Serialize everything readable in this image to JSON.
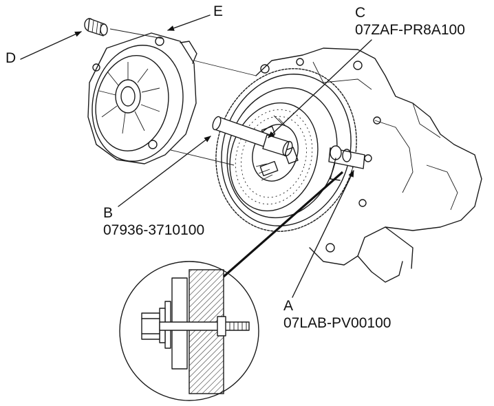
{
  "callouts": {
    "a": {
      "letter": "A",
      "part": "07LAB-PV00100"
    },
    "b": {
      "letter": "B",
      "part": "07936-3710100"
    },
    "c": {
      "letter": "C",
      "part": "07ZAF-PR8A100"
    },
    "d": {
      "letter": "D"
    },
    "e": {
      "letter": "E"
    }
  }
}
